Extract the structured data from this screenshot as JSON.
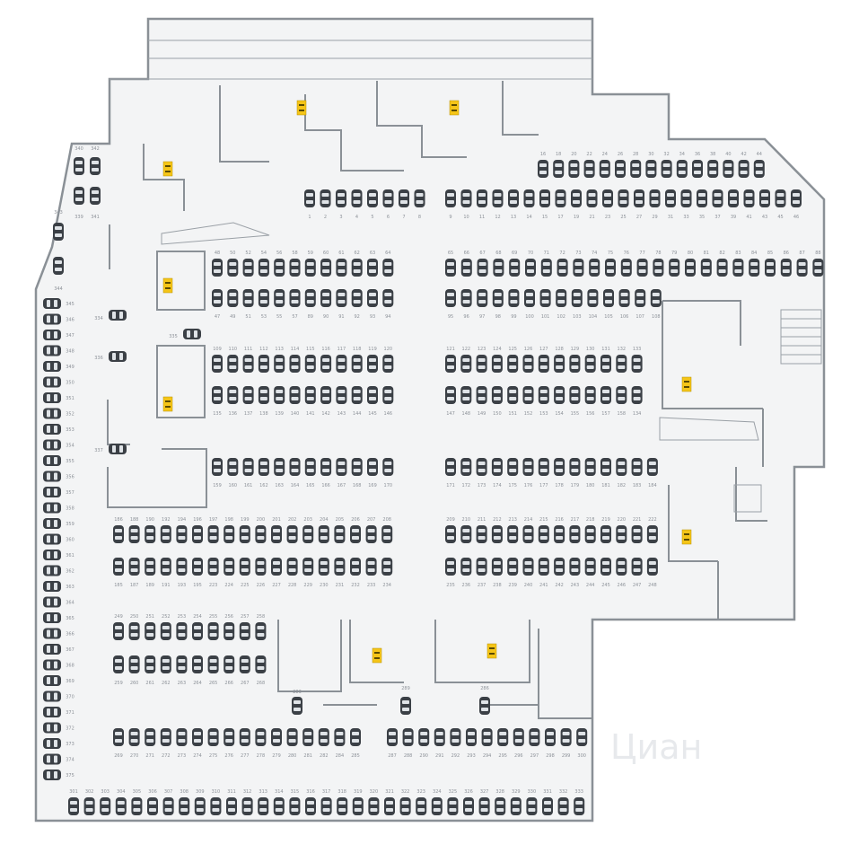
{
  "watermark": "Циан",
  "colors": {
    "floor": "#f3f4f5",
    "wall": "#8a9096",
    "car": "#3b4046",
    "car_window": "#dfe3e7",
    "lift": "#f5c518",
    "number": "#8d9299"
  },
  "icons": [
    "car-icon",
    "lift-icon",
    "staircase-icon",
    "ramp-arrow-icon"
  ],
  "lifts": [
    {
      "id": "lift-top-left"
    },
    {
      "id": "lift-top-mid"
    },
    {
      "id": "lift-top-right"
    },
    {
      "id": "lift-west-1"
    },
    {
      "id": "lift-west-2"
    },
    {
      "id": "lift-east-1"
    },
    {
      "id": "lift-east-2"
    },
    {
      "id": "lift-south-1"
    },
    {
      "id": "lift-south-2"
    }
  ],
  "rows": [
    {
      "id": "r1",
      "nums": [
        "1",
        "2",
        "3",
        "4",
        "5",
        "6",
        "7",
        "8"
      ]
    },
    {
      "id": "r2",
      "nums": [
        "9",
        "10",
        "11",
        "12",
        "13",
        "14",
        "15",
        "17",
        "19",
        "21",
        "23",
        "25",
        "27",
        "29",
        "31",
        "33",
        "35",
        "37",
        "39",
        "41",
        "43",
        "45",
        "46"
      ]
    },
    {
      "id": "r3",
      "nums": [
        "16",
        "18",
        "20",
        "22",
        "24",
        "26",
        "28",
        "30",
        "32",
        "34",
        "36",
        "38",
        "40",
        "42",
        "44"
      ]
    },
    {
      "id": "r4",
      "nums": [
        "48",
        "50",
        "52",
        "54",
        "56",
        "58",
        "59",
        "60",
        "61",
        "62",
        "63",
        "64"
      ]
    },
    {
      "id": "r5",
      "nums": [
        "47",
        "49",
        "51",
        "53",
        "55",
        "57",
        "89",
        "90",
        "91",
        "92",
        "93",
        "94"
      ]
    },
    {
      "id": "r6",
      "nums": [
        "65",
        "66",
        "67",
        "68",
        "69",
        "70",
        "71",
        "72",
        "73",
        "74",
        "75",
        "76",
        "77",
        "78",
        "79",
        "80",
        "81",
        "82",
        "83",
        "84",
        "85",
        "86",
        "87",
        "88"
      ]
    },
    {
      "id": "r7",
      "nums": [
        "95",
        "96",
        "97",
        "98",
        "99",
        "100",
        "101",
        "102",
        "103",
        "104",
        "105",
        "106",
        "107",
        "108"
      ]
    },
    {
      "id": "r8",
      "nums": [
        "109",
        "110",
        "111",
        "112",
        "113",
        "114",
        "115",
        "116",
        "117",
        "118",
        "119",
        "120"
      ]
    },
    {
      "id": "r9",
      "nums": [
        "135",
        "136",
        "137",
        "138",
        "139",
        "140",
        "141",
        "142",
        "143",
        "144",
        "145",
        "146"
      ]
    },
    {
      "id": "r10",
      "nums": [
        "121",
        "122",
        "123",
        "124",
        "125",
        "126",
        "127",
        "128",
        "129",
        "130",
        "131",
        "132",
        "133"
      ]
    },
    {
      "id": "r11",
      "nums": [
        "147",
        "148",
        "149",
        "150",
        "151",
        "152",
        "153",
        "154",
        "155",
        "156",
        "157",
        "158",
        "134"
      ]
    },
    {
      "id": "r12",
      "nums": [
        "159",
        "160",
        "161",
        "162",
        "163",
        "164",
        "165",
        "166",
        "167",
        "168",
        "169",
        "170"
      ]
    },
    {
      "id": "r13",
      "nums": [
        "171",
        "172",
        "173",
        "174",
        "175",
        "176",
        "177",
        "178",
        "179",
        "180",
        "181",
        "182",
        "183",
        "184"
      ]
    },
    {
      "id": "r14",
      "nums": [
        "186",
        "188",
        "190",
        "192",
        "194",
        "196",
        "197",
        "198",
        "199",
        "200",
        "201",
        "202",
        "203",
        "204",
        "205",
        "206",
        "207",
        "208"
      ]
    },
    {
      "id": "r15",
      "nums": [
        "185",
        "187",
        "189",
        "191",
        "193",
        "195",
        "223",
        "224",
        "225",
        "226",
        "227",
        "228",
        "229",
        "230",
        "231",
        "232",
        "233",
        "234"
      ]
    },
    {
      "id": "r16",
      "nums": [
        "209",
        "210",
        "211",
        "212",
        "213",
        "214",
        "215",
        "216",
        "217",
        "218",
        "219",
        "220",
        "221",
        "222"
      ]
    },
    {
      "id": "r17",
      "nums": [
        "235",
        "236",
        "237",
        "238",
        "239",
        "240",
        "241",
        "242",
        "243",
        "244",
        "245",
        "246",
        "247",
        "248"
      ]
    },
    {
      "id": "r18",
      "nums": [
        "249",
        "250",
        "251",
        "252",
        "253",
        "254",
        "255",
        "256",
        "257",
        "258"
      ]
    },
    {
      "id": "r19",
      "nums": [
        "259",
        "260",
        "261",
        "262",
        "263",
        "264",
        "265",
        "266",
        "267",
        "268"
      ]
    },
    {
      "id": "r20",
      "nums": [
        "269",
        "270",
        "271",
        "272",
        "273",
        "274",
        "275",
        "276",
        "277",
        "278",
        "279",
        "280",
        "281",
        "282",
        "284",
        "285"
      ]
    },
    {
      "id": "r21",
      "nums": [
        "287",
        "288",
        "290",
        "291",
        "292",
        "293",
        "294",
        "295",
        "296",
        "297",
        "298",
        "299",
        "300"
      ]
    },
    {
      "id": "r22",
      "nums": [
        "301",
        "302",
        "303",
        "304",
        "305",
        "306",
        "307",
        "308",
        "309",
        "310",
        "311",
        "312",
        "313",
        "314",
        "315",
        "316",
        "317",
        "318",
        "319",
        "320",
        "321",
        "322",
        "323",
        "324",
        "325",
        "326",
        "327",
        "328",
        "329",
        "330",
        "331",
        "332",
        "333"
      ]
    },
    {
      "id": "west",
      "nums": [
        "345",
        "346",
        "347",
        "348",
        "349",
        "350",
        "351",
        "352",
        "353",
        "354",
        "355",
        "356",
        "357",
        "358",
        "359",
        "360",
        "361",
        "362",
        "363",
        "364",
        "365",
        "366",
        "367",
        "368",
        "369",
        "370",
        "371",
        "372",
        "373",
        "374",
        "375"
      ]
    },
    {
      "id": "nw",
      "nums": [
        "340",
        "342",
        "339",
        "341"
      ]
    },
    {
      "id": "single",
      "nums": [
        "343",
        "344",
        "283",
        "289",
        "286",
        "334",
        "335",
        "336",
        "337"
      ]
    }
  ]
}
